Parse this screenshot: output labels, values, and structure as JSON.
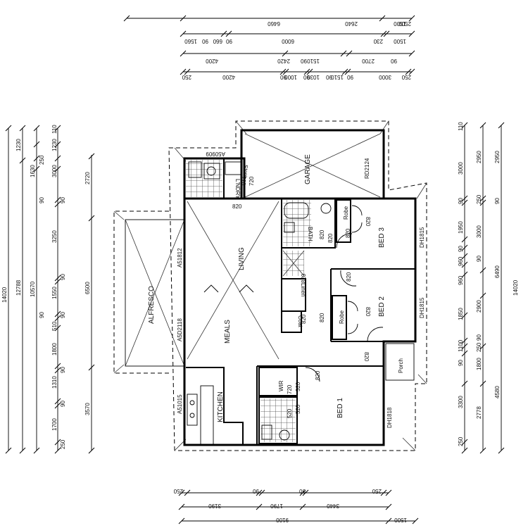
{
  "rooms": {
    "garage": "GARAGE",
    "living": "LIVING",
    "meals": "MEALS",
    "alfresco": "ALFRESCO",
    "kitchen": "KITCHEN",
    "bed1": "BED 1",
    "bed2": "BED 2",
    "bed3": "BED 3",
    "bath": "BATH",
    "laundry": "L'NDRY",
    "store": "Store",
    "robe_bed3": "Robe",
    "robe_bed2": "Robe",
    "linen": "Linen",
    "coat": "Coat",
    "wir": "WIR",
    "porch": "Porch"
  },
  "openings": {
    "a50909": "A50909",
    "rd2124": "RD2124",
    "a51812": "A51812",
    "a5d2118": "A5D2118",
    "a51015": "A51015",
    "dh1815_bed3": "DH1815",
    "dh1815_bed2": "DH1815",
    "dh1818": "DH1818"
  },
  "door_labels": [
    "820",
    "820",
    "820",
    "820",
    "820",
    "820",
    "820",
    "820",
    "820",
    "820",
    "820",
    "820",
    "720",
    "720",
    "520",
    "520",
    "520",
    "720"
  ],
  "dims_top": {
    "row1": [
      "2500",
      "2640",
      "6460",
      "1500"
    ],
    "row2": [
      "1560",
      "90",
      "660",
      "90",
      "6000",
      "230",
      "1500"
    ],
    "row3": [
      "4200",
      "2420",
      "90",
      "1510",
      "2700",
      "90"
    ],
    "row4": [
      "250",
      "4200",
      "90",
      "1000",
      "90",
      "1030",
      "90",
      "1510",
      "90",
      "3000",
      "250"
    ]
  },
  "dims_bottom": {
    "row1": [
      "250",
      "90",
      "90",
      "250"
    ],
    "row2": [
      "3190",
      "1790",
      "3440"
    ],
    "row3": [
      "9100",
      "1500"
    ]
  },
  "dims_left": {
    "segments": [
      "110",
      "1230",
      "1230",
      "250",
      "1630",
      "3000",
      "2720",
      "90",
      "90",
      "3250",
      "6500",
      "90",
      "1550",
      "90",
      "90",
      "510",
      "1800",
      "90",
      "1310",
      "90",
      "3570",
      "1700",
      "250"
    ],
    "totals": [
      "14020",
      "12788",
      "10570"
    ]
  },
  "dims_right": {
    "segments": [
      "110",
      "3000",
      "2950",
      "2950",
      "90",
      "250",
      "90",
      "1950",
      "3000",
      "90",
      "960",
      "960",
      "90",
      "1850",
      "2900",
      "90",
      "1100",
      "250",
      "1800",
      "90",
      "3300",
      "2778",
      "4580",
      "250"
    ],
    "totals": [
      "6490",
      "14020"
    ]
  }
}
